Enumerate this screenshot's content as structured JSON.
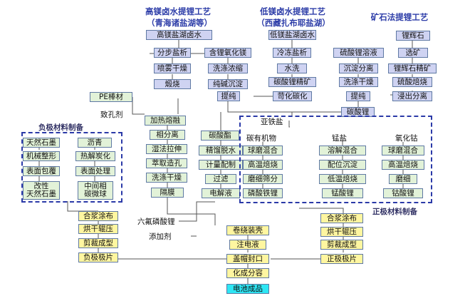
{
  "headers": {
    "high_mg": [
      "高镁卤水提锂工艺",
      "（青海诸盐湖等）"
    ],
    "low_mg": [
      "低镁卤水提锂工艺",
      "（西藏扎布耶盐湖）"
    ],
    "ore": "矿石法提锂工艺"
  },
  "high_mg_col": {
    "source": "高镁盐湖卤水",
    "left": [
      "分步盐析",
      "喷雾干燥",
      "煅烧"
    ],
    "right": [
      "含锂氧化镁",
      "洗涤浓缩",
      "纯碱沉淀"
    ]
  },
  "low_mg_col": {
    "source": "低镁盐湖卤水",
    "steps": [
      "冷冻盐析",
      "水洗",
      "碳酸锂精矿",
      "苛化碳化"
    ]
  },
  "ore_col": {
    "left": [
      "硫酸锂溶液",
      "沉淀分离",
      "洗涤干燥",
      "提纯"
    ],
    "right": [
      "锂辉石",
      "选矿",
      "锂辉石精矿",
      "硫酸焙烧",
      "浸出分离"
    ]
  },
  "purify": "提纯",
  "li_carbonate": "碳酸锂",
  "pe": {
    "material": "PE棒材",
    "agent": "致孔剂"
  },
  "separator": [
    "加热熔融",
    "相分离",
    "湿法拉伸",
    "萃取造孔",
    "洗涤干燥",
    "隔膜"
  ],
  "electrolyte": {
    "steps": [
      "碳酸酯",
      "精馏脱水",
      "计量配制",
      "过滤",
      "电解液"
    ],
    "lipf6": "六氟磷酸锂",
    "additive": "添加剂"
  },
  "anode": {
    "title": "负极材料制备",
    "col1": [
      "天然石墨",
      "机械整形",
      "表面包覆"
    ],
    "col1_last": [
      "改性",
      "天然石墨"
    ],
    "col2": [
      "沥青",
      "热解炭化",
      "表面处理"
    ],
    "col2_last": [
      "中间相",
      "碳微球"
    ],
    "process": [
      "合浆涂布",
      "烘干辊压",
      "剪裁成型",
      "负极极片"
    ]
  },
  "cathode": {
    "title": "正极材料制备",
    "sources": [
      "亚铁盐",
      "碳有机物",
      "锰盐",
      "氧化钴"
    ],
    "lfp": [
      "球磨混合",
      "高温焙烧",
      "磨细筛分",
      "磷酸铁锂"
    ],
    "lmo": [
      "溶解混合",
      "配位沉淀",
      "低温焙烧",
      "锰酸锂"
    ],
    "lco": [
      "球磨混合",
      "高温焙烧",
      "磨细",
      "钴酸锂"
    ],
    "process": [
      "合浆涂布",
      "烘干辊压",
      "剪裁成型",
      "正极极片"
    ]
  },
  "assembly": [
    "卷绕装壳",
    "注电液",
    "盖帽封口",
    "化成分容"
  ],
  "final": "电池成品"
}
